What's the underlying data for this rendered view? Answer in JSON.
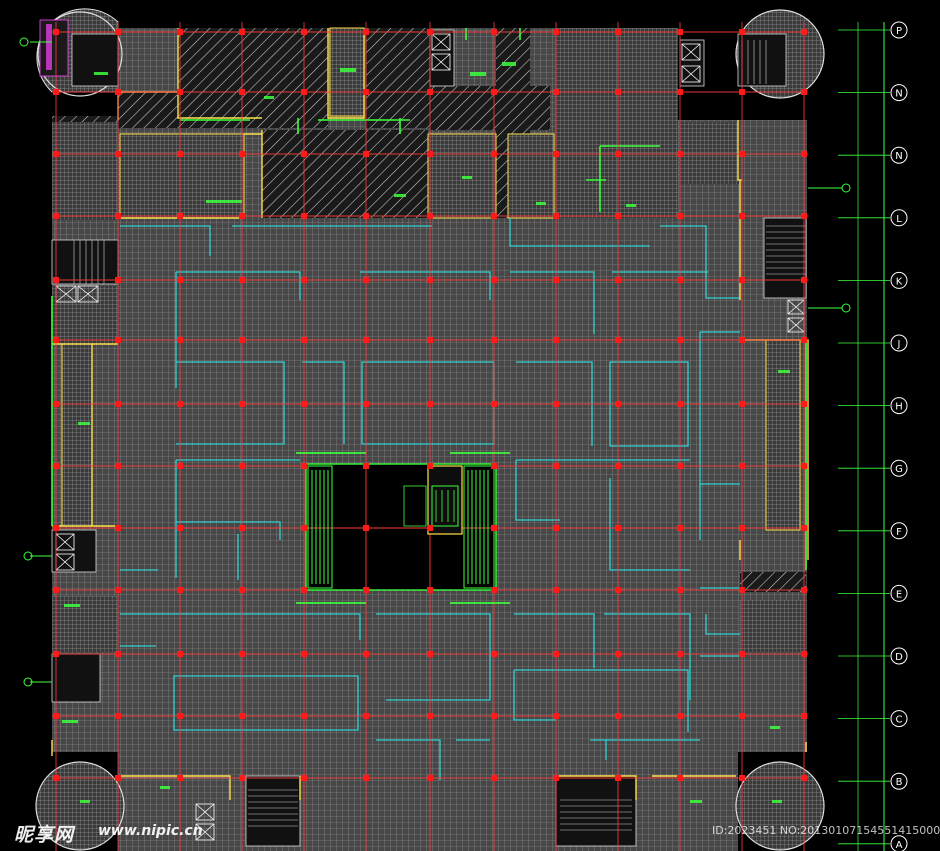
{
  "drawing": {
    "background_color": "#000000",
    "colors": {
      "grid_axis": "#ff3b3b",
      "column": "#ff1a1a",
      "wall": "#ffe14a",
      "equipment": "#3cff3c",
      "ceiling_line": "#2fd3d3",
      "ceiling_grid": "#c8c8c8",
      "hatch": "#d8d8d8",
      "void": "#000000",
      "axis_bubble": "#ffffff",
      "dimension": "#3cff3c",
      "accent": "#ff40ff"
    },
    "axis_labels_right": [
      "P",
      "N",
      "N",
      "L",
      "K",
      "J",
      "H",
      "G",
      "F",
      "E",
      "D",
      "C",
      "B",
      "A"
    ],
    "corner_towers": 4,
    "central_void_escalators": 4,
    "icons": [
      "axis-bubble",
      "column-marker",
      "stair",
      "elevator",
      "escalator"
    ]
  },
  "watermark": {
    "logo_text": "昵享网",
    "url_text": "www.nipic.cn",
    "id_text": "ID:2023451 NO:20130107154551415000"
  }
}
